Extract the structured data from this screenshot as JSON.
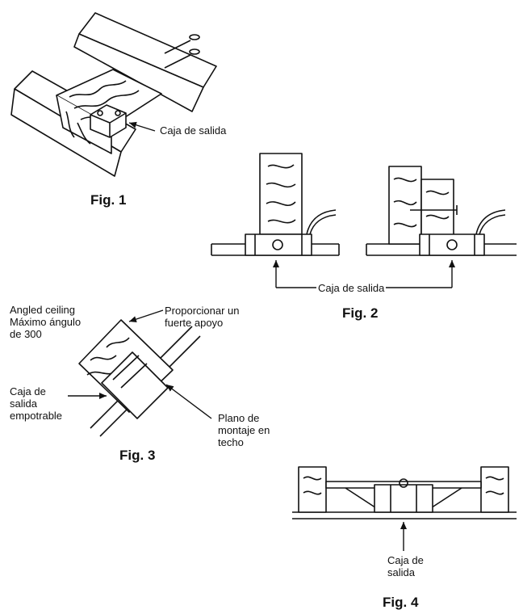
{
  "figures": {
    "fig1": {
      "caption": "Fig. 1",
      "label": "Caja de salida"
    },
    "fig2": {
      "caption": "Fig. 2",
      "label": "Caja de salida"
    },
    "fig3": {
      "caption": "Fig. 3",
      "label_angle": "Angled ceiling\nMáximo ángulo\nde 300",
      "label_support": "Proporcionar un\nfuerte apoyo",
      "label_box": "Caja de\nsalida\nempotrable",
      "label_plane": "Plano de\nmontaje en\ntecho"
    },
    "fig4": {
      "caption": "Fig. 4",
      "label": "Caja de\nsalida"
    }
  }
}
